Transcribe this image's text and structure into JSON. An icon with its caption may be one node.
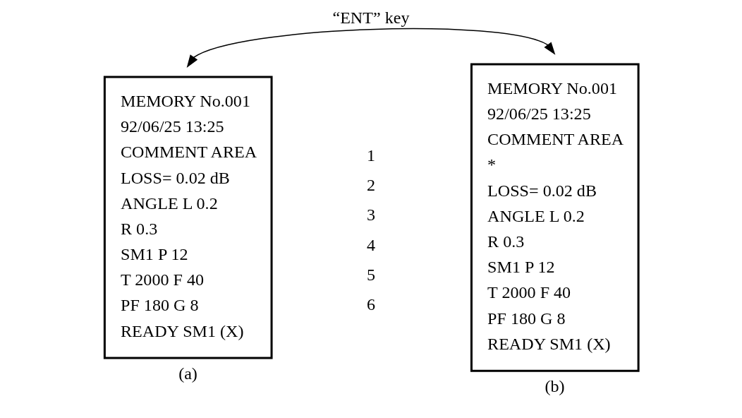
{
  "diagram": {
    "nodes": [
      {
        "text": [
          "MEMORY No.001",
          "92/06/25 13:25",
          "COMMENT AREA",
          "LOSS= 0.02 dB",
          "ANGLE L 0.2",
          "R 0.3",
          "SM1 P 12",
          "T 2000 F 40",
          "PF 180 G 8",
          "READY SM1 (X)"
        ],
        "beside": [
          "(a)"
        ]
      },
      {
        "text": [
          "MEMORY No.001",
          "92/06/25 13:25",
          "COMMENT AREA",
          "*",
          "LOSS= 0.02 dB",
          "ANGLE L 0.2",
          "R 0.3",
          "SM1 P 12",
          "T 2000 F 40",
          "PF 180 G 8",
          "READY SM1 (X)"
        ],
        "beside": [
          "(b)"
        ]
      }
    ],
    "edges": [
      {
        "from": 0,
        "to": 1,
        "arrow": "both",
        "label": "“ENT” key"
      }
    ],
    "labels": [
      "1",
      "2",
      "3",
      "4",
      "5",
      "6"
    ]
  }
}
